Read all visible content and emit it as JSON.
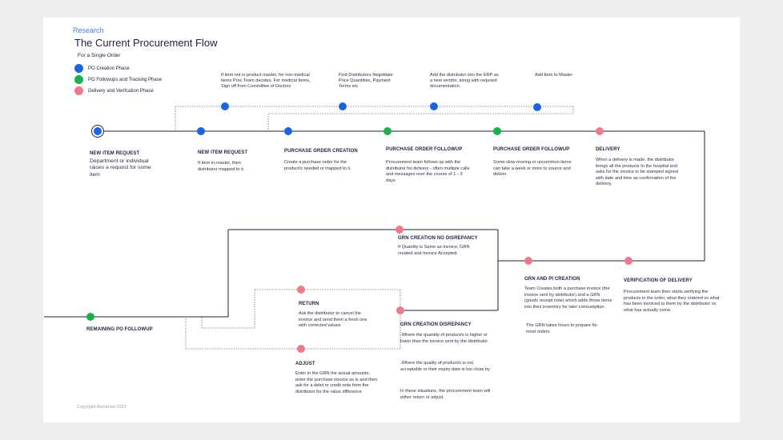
{
  "header": {
    "section_label": "Research",
    "title": "The Current Procurement Flow",
    "subtitle": "For a Single Order"
  },
  "legend": [
    {
      "label": "PO Creation Phase",
      "color": "#1a63e6"
    },
    {
      "label": "PO Followups and Tracking Phase",
      "color": "#16b24a"
    },
    {
      "label": "Delivery and Verifcation Phase",
      "color": "#f07888"
    }
  ],
  "top_notes": [
    "If item not in product master, for non-medical items Proc.Team decides. For medical Items, Sign off from Committee of Doctors",
    "Find Distributors Negotitate Price Quantities, Payment Terms etc.",
    "Add the distributor into the ERP as a new vendor, along with required documentation.",
    "Add Item to Master"
  ],
  "steps": [
    {
      "title": "NEW ITEM REQUEST",
      "body": "Department or individual raises a request for some item"
    },
    {
      "title": "NEW ITEM REQUEST",
      "body": "If item in-master, then distributor mapped to it."
    },
    {
      "title": "PURCHASE ORDER CREATION",
      "body": "Create a purchase order for the product/s needed or mapped to it."
    },
    {
      "title": "PURCHASE ORDER FOLLOWUP",
      "body": "Procurement team follows up with the distributor for delivery - often multiple calls and messages over the course of 1 - 3 days"
    },
    {
      "title": "PURCHASE ORDER FOLLOWUP",
      "body": "Some slow moving or uncommon items can take a week or more to source and deliver."
    },
    {
      "title": "DELIVERY",
      "body": "When a delivery is made, the distributor brings all the products to the hospital and asks for the invoice to be stamped signed with date and time as confirmation of the delivery."
    },
    {
      "title": "VERIFICATION OF DELIVERY",
      "body": "Procurement team then starts verifying the products in the order, what they ordered vs what has been invoiced to them by the distributor vs what has actually come."
    },
    {
      "title": "GRN  AND PI CREATION",
      "body": "Team Creates both a purchase invoice (the invoice sent by distributor) and a GRN (goods receipt note) which adds those items into their inventory for later consumption.",
      "note": "The GRN takes hours to prepare for most orders"
    },
    {
      "title": "GRN CREATION NO DISREPANCY",
      "body": "If Quantity is Same as Invoice, GRN created and Invoice Accepted"
    },
    {
      "title": "GRN CREATION DISREPANCY",
      "body": "-Where the quantity of product/s is higher or lower than the invoice sent by the distributor.",
      "body2": "-Where the quality of product/s is not acceptable or their expiry date is too close by",
      "body3": "In these situations, the procurement team will either return or adjust."
    },
    {
      "title": "RETURN",
      "body": "Ask the distributor to cancel the invoice and send them a fresh one with corrected values"
    },
    {
      "title": "ADJUST",
      "body": "Enter in the GRN the actual amounts, enter the purchase invoice as is and then ask for a debit or credit note from the distributor for the value difference"
    },
    {
      "title": "REMAINING PO FOLLOWUP",
      "body": ""
    }
  ],
  "footer": {
    "copyright": "Copyright Akriamed 2021"
  }
}
